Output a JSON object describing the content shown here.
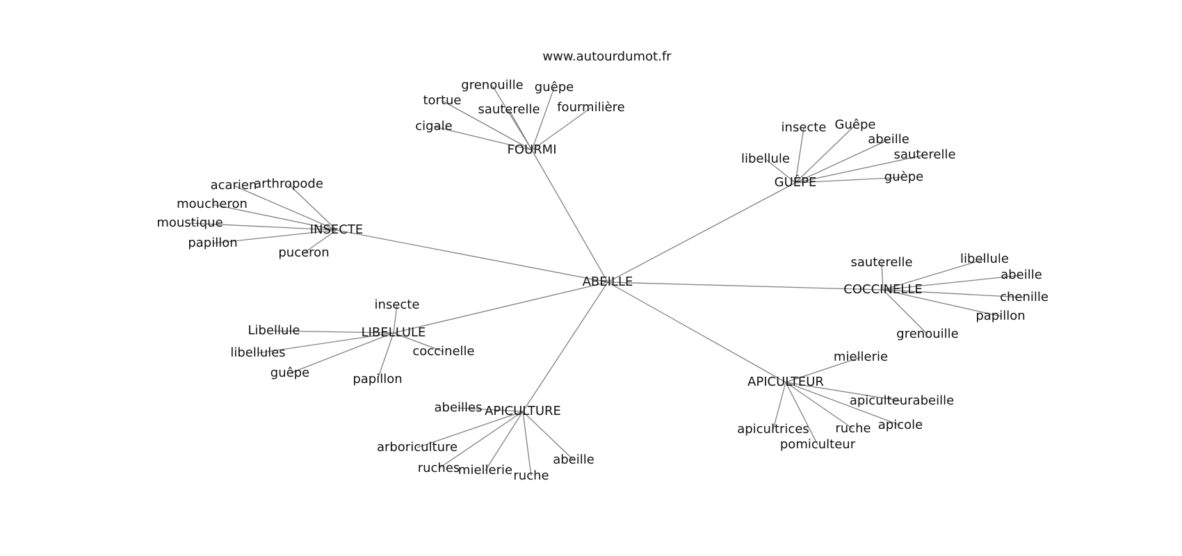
{
  "source": "www.autourdumot.fr",
  "root": "ABEILLE",
  "clusters": [
    {
      "id": "fourmi",
      "label": "FOURMI",
      "leaves": [
        "grenouille",
        "guêpe",
        "tortue",
        "sauterelle",
        "fourmilière",
        "cigale"
      ]
    },
    {
      "id": "guepe",
      "label": "GUÊPE",
      "leaves": [
        "insecte",
        "Guêpe",
        "abeille",
        "libellule",
        "sauterelle",
        "guèpe"
      ]
    },
    {
      "id": "insecte",
      "label": "INSECTE",
      "leaves": [
        "acarien",
        "arthropode",
        "moucheron",
        "moustique",
        "papillon",
        "puceron"
      ]
    },
    {
      "id": "coccinelle",
      "label": "COCCINELLE",
      "leaves": [
        "sauterelle",
        "libellule",
        "abeille",
        "chenille",
        "papillon",
        "grenouille"
      ]
    },
    {
      "id": "libellule",
      "label": "LIBELLULE",
      "leaves": [
        "insecte",
        "Libellule",
        "libellules",
        "coccinelle",
        "guêpe",
        "papillon"
      ]
    },
    {
      "id": "apiculteur",
      "label": "APICULTEUR",
      "leaves": [
        "miellerie",
        "apiculteurabeille",
        "apicole",
        "apicultrices",
        "ruche",
        "pomiculteur"
      ]
    },
    {
      "id": "apiculture",
      "label": "APICULTURE",
      "leaves": [
        "abeilles",
        "arboriculture",
        "abeille",
        "ruches",
        "miellerie",
        "ruche"
      ]
    }
  ],
  "colors": {
    "edge": "#808080",
    "text": "#111111",
    "background": "#ffffff"
  }
}
